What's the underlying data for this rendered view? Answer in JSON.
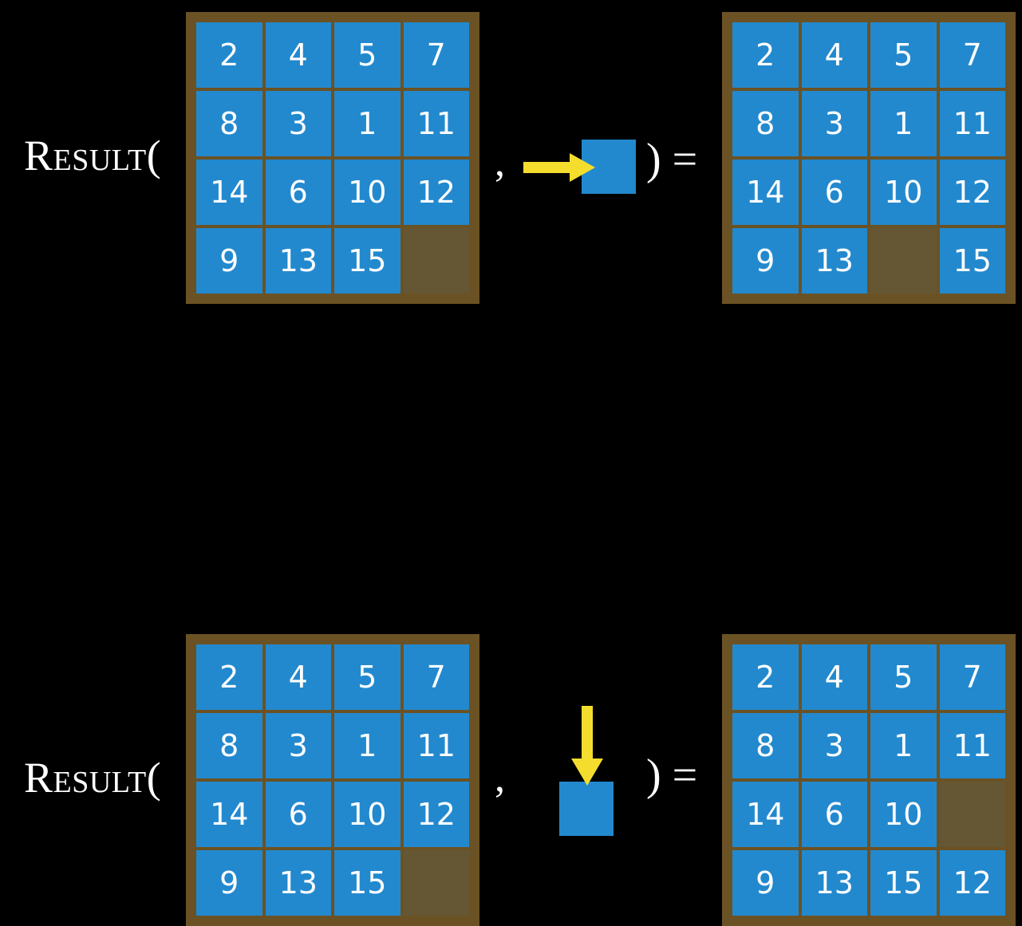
{
  "background_color": "#000000",
  "colors": {
    "tile": "#2389ce",
    "board": "#6b5224",
    "empty_cell": "#655734",
    "arrow": "#f5dd2e",
    "text": "#ffffff"
  },
  "rows": [
    {
      "label": "Result(",
      "comma": ",",
      "close_paren": ")",
      "equals": "=",
      "action": {
        "icon": "arrow-right-icon",
        "direction": "right",
        "tile_color": "#2389ce",
        "arrow_color": "#f5dd2e"
      },
      "left_grid": {
        "rows": 4,
        "cols": 4,
        "cells": [
          "2",
          "4",
          "5",
          "7",
          "8",
          "3",
          "1",
          "11",
          "14",
          "6",
          "10",
          "12",
          "9",
          "13",
          "15",
          ""
        ]
      },
      "right_grid": {
        "rows": 4,
        "cols": 4,
        "cells": [
          "2",
          "4",
          "5",
          "7",
          "8",
          "3",
          "1",
          "11",
          "14",
          "6",
          "10",
          "12",
          "9",
          "13",
          "",
          "15"
        ]
      }
    },
    {
      "label": "Result(",
      "comma": ",",
      "close_paren": ")",
      "equals": "=",
      "action": {
        "icon": "arrow-down-icon",
        "direction": "down",
        "tile_color": "#2389ce",
        "arrow_color": "#f5dd2e"
      },
      "left_grid": {
        "rows": 4,
        "cols": 4,
        "cells": [
          "2",
          "4",
          "5",
          "7",
          "8",
          "3",
          "1",
          "11",
          "14",
          "6",
          "10",
          "12",
          "9",
          "13",
          "15",
          ""
        ]
      },
      "right_grid": {
        "rows": 4,
        "cols": 4,
        "cells": [
          "2",
          "4",
          "5",
          "7",
          "8",
          "3",
          "1",
          "11",
          "14",
          "6",
          "10",
          "",
          "9",
          "13",
          "15",
          "12"
        ]
      }
    }
  ]
}
